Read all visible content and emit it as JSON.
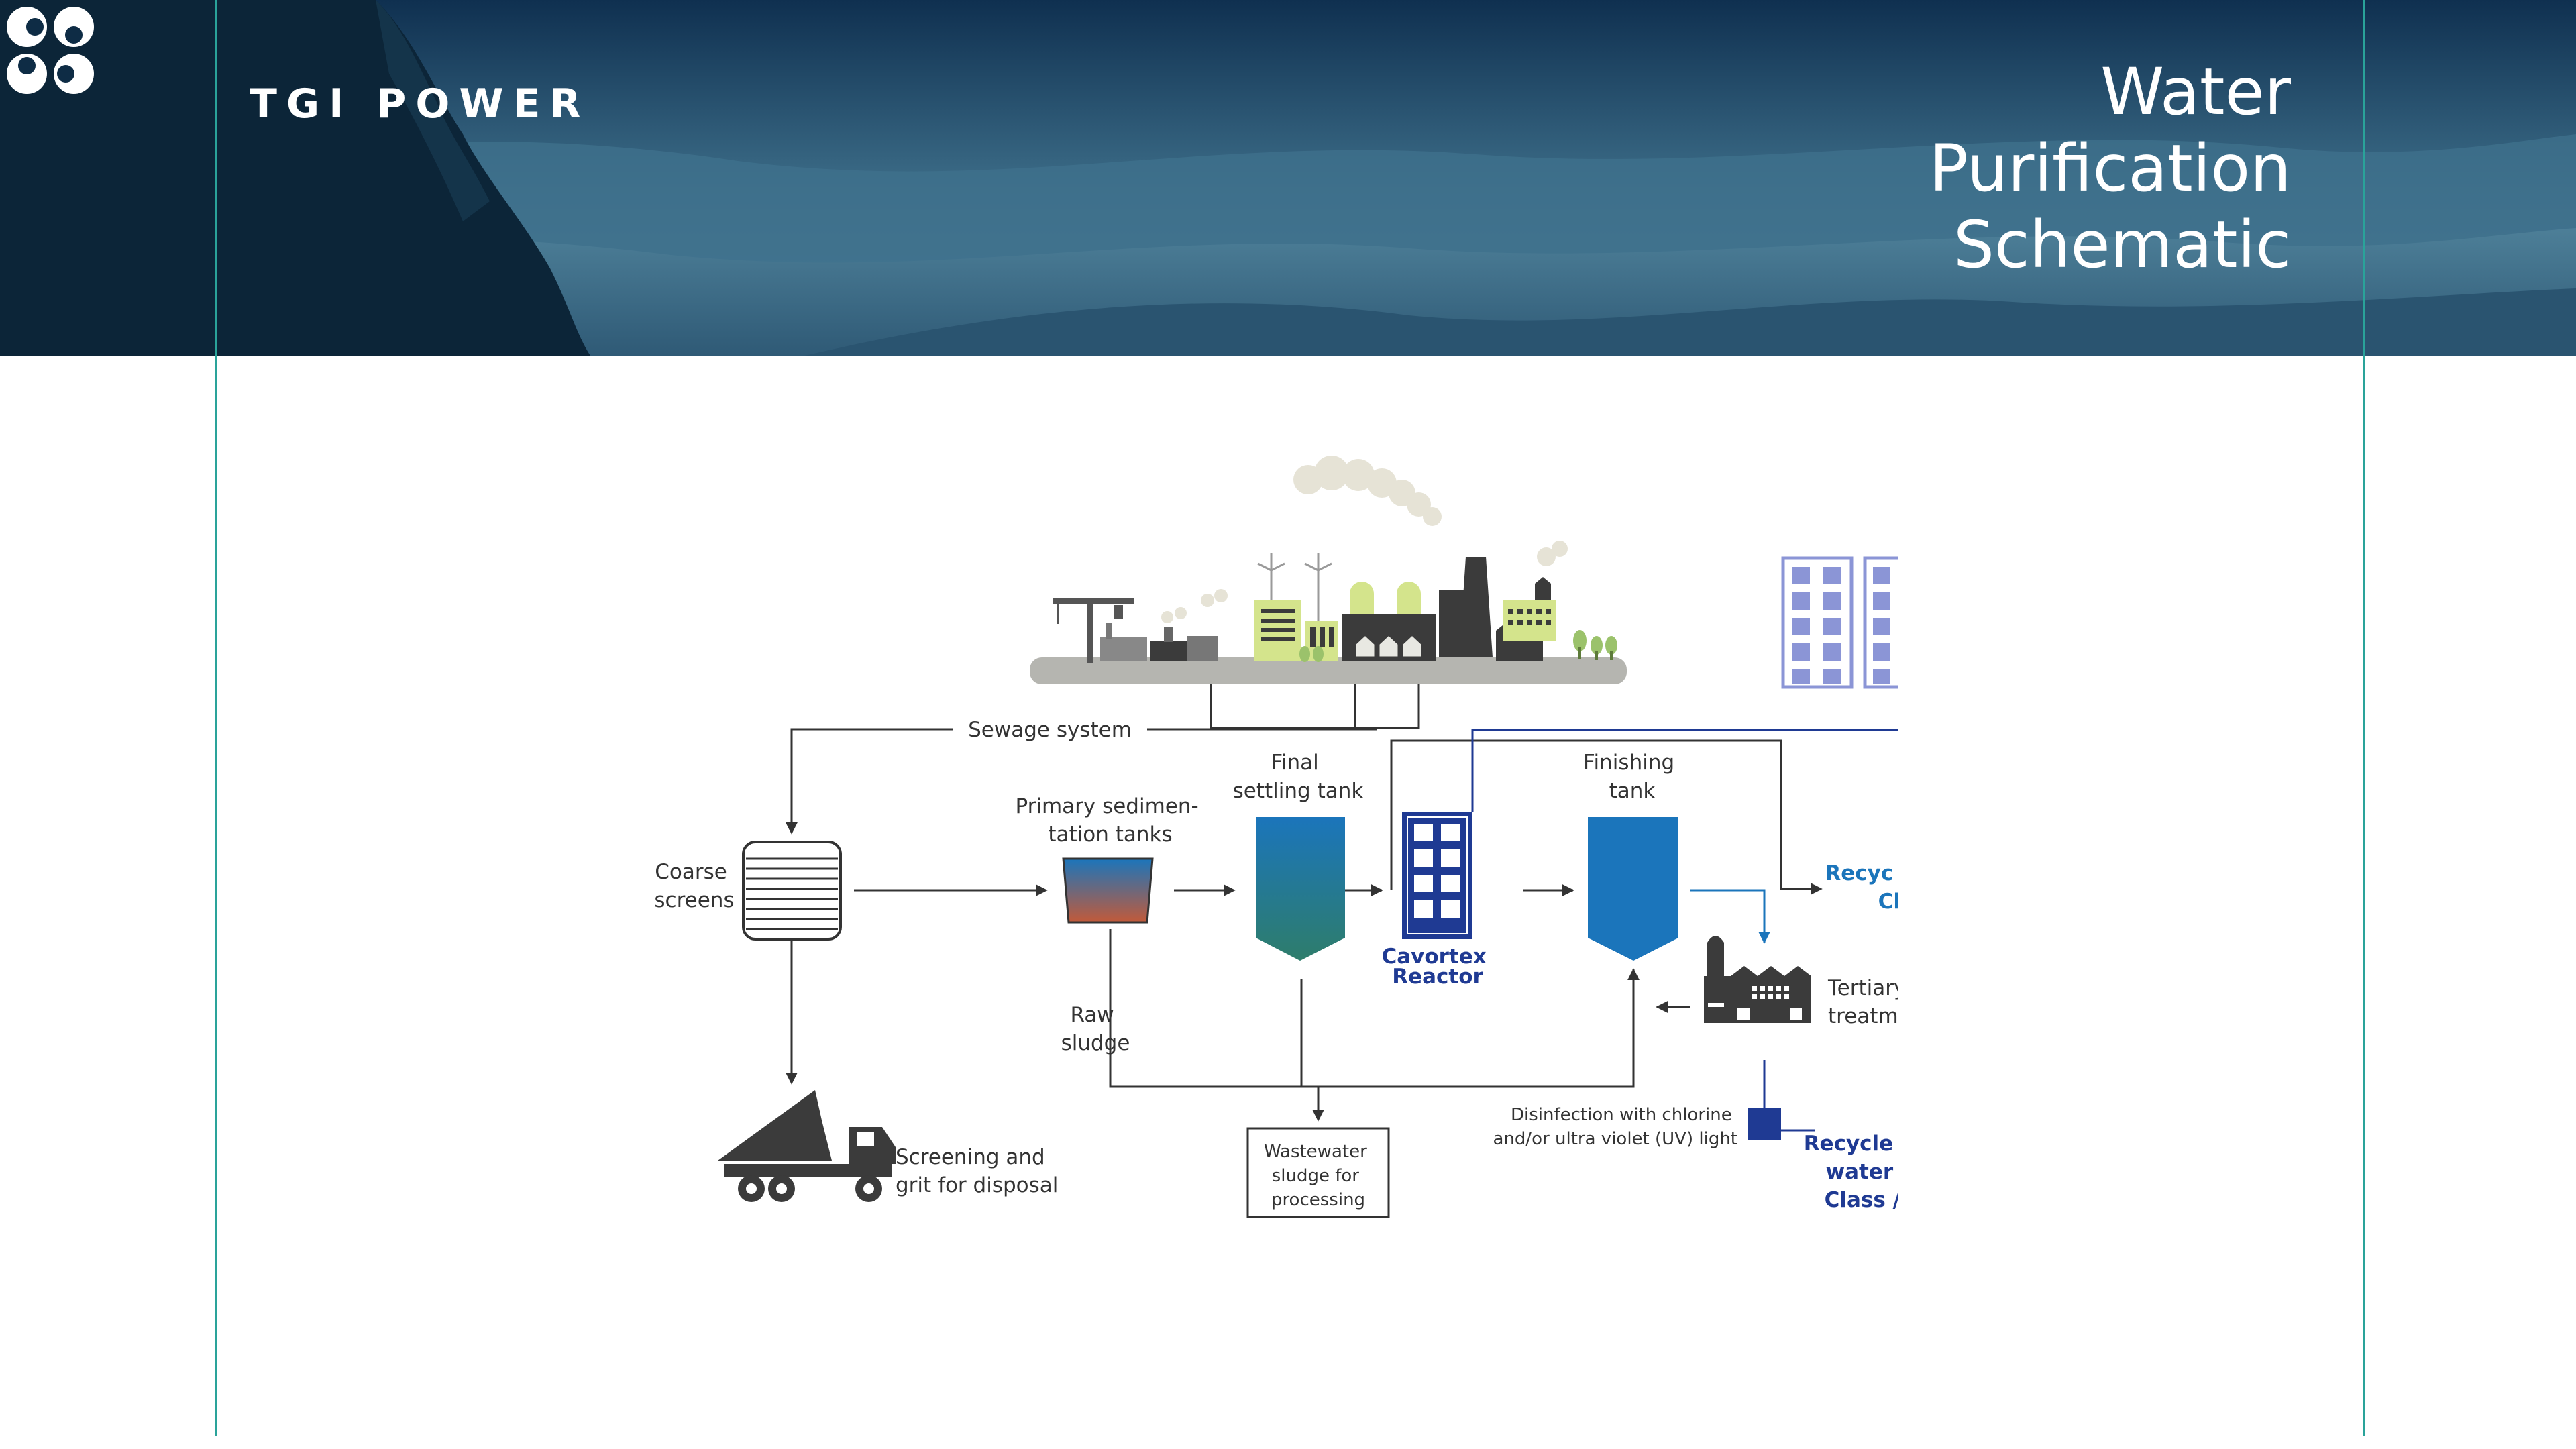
{
  "header": {
    "brand": "TGI POWER",
    "title_lines": [
      "Water",
      "Purification",
      "Schematic"
    ],
    "colors": {
      "accent": "#2aa39a",
      "sky_dark": "#0d2a45",
      "sky_light": "#5b8fa6"
    }
  },
  "diagram": {
    "sewage_system": "Sewage system",
    "coarse_screens": [
      "Coarse",
      "screens"
    ],
    "primary_tanks": [
      "Primary sedimen-",
      "tation tanks"
    ],
    "final_settling": [
      "Final",
      "settling tank"
    ],
    "cavortex": [
      "Cavortex",
      "Reactor"
    ],
    "finishing_tank": [
      "Finishing",
      "tank"
    ],
    "recycled_top": [
      "Recyc",
      "Cl"
    ],
    "tertiary": [
      "Tertiary",
      "treatm"
    ],
    "raw_sludge": [
      "Raw",
      "sludge"
    ],
    "screening": [
      "Screening and",
      "grit for disposal"
    ],
    "wastewater": [
      "Wastewater",
      "sludge for",
      "processing"
    ],
    "disinfection": [
      "Disinfection with chlorine",
      "and/or ultra violet (UV) light"
    ],
    "recycled_bottom": [
      "Recycle",
      "water",
      "Class /"
    ],
    "icons": [
      "city-skyline-icon",
      "apartment-building-icon",
      "coarse-screen-icon",
      "dump-truck-icon",
      "factory-icon",
      "uv-unit-icon"
    ],
    "colors": {
      "blue": "#1b75bb",
      "navy": "#1f3a93",
      "teal": "#2e7d6b",
      "line": "#333333",
      "lime": "#d4e48c",
      "lavender": "#8b95d6"
    }
  }
}
